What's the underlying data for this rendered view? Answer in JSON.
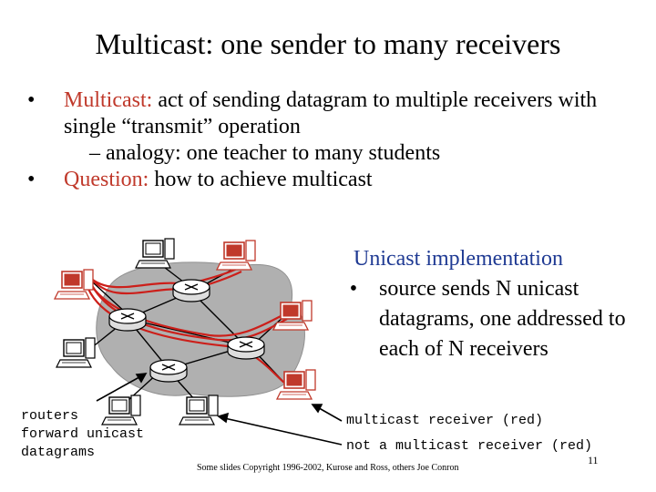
{
  "slide": {
    "title": "Multicast: one sender to many receivers",
    "bullets": [
      {
        "term": "Multicast:",
        "text": " act of sending datagram to multiple receivers with single “transmit” operation"
      },
      {
        "sub": "– analogy: one teacher to many students"
      },
      {
        "term": "Question:",
        "text": " how to achieve multicast"
      }
    ],
    "unicast": {
      "heading": "Unicast implementation",
      "item": "source sends N unicast datagrams, one addressed to each of N receivers"
    },
    "labels": {
      "routers": "routers\nforward unicast\ndatagrams",
      "multicast_receiver": "multicast receiver (red)",
      "not_multicast_receiver": "not a multicast receiver (red)"
    },
    "footer": {
      "copyright": "Some slides Copyright 1996-2002, Kurose and Ross, others Joe Conron",
      "page": "11"
    },
    "colors": {
      "accent": "#c0392b",
      "heading_blue": "#1f3a93",
      "cloud": "#b0b0b0"
    }
  }
}
